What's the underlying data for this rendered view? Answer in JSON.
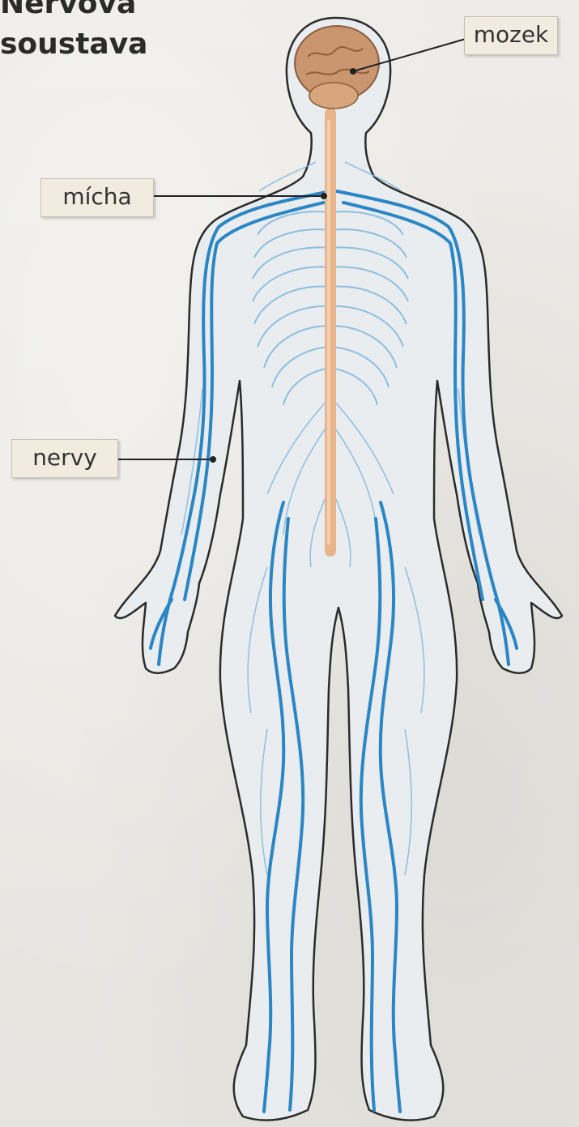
{
  "title": {
    "line1": "Nervová",
    "line2": "soustava"
  },
  "labels": {
    "brain": "mozek",
    "spinal_cord": "mícha",
    "nerves": "nervy"
  },
  "colors": {
    "nerve": "#2a86c4",
    "nerve_light": "#7fb6dd",
    "spine": "#e8b58a",
    "brain": "#c99670",
    "body_fill": "#e9edf0",
    "outline": "#2b2b2b"
  }
}
